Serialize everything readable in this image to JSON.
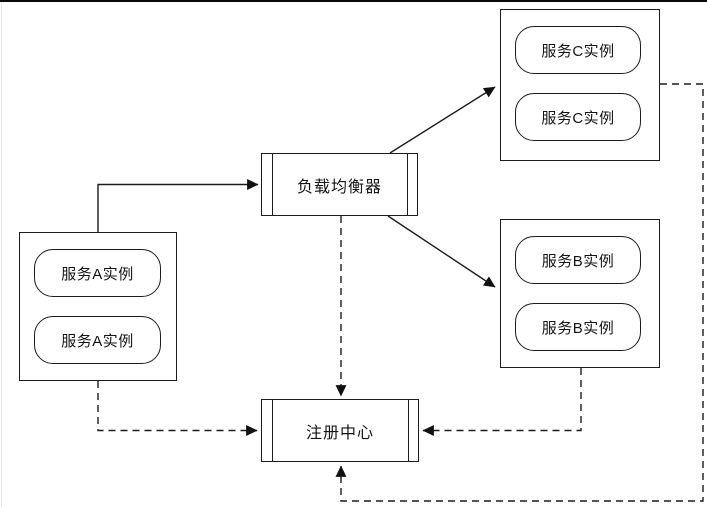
{
  "diagram": {
    "background": "#ffffff",
    "stroke_color": "#1c1c1c",
    "nodes": {
      "load_balancer": {
        "label": "负载均衡器",
        "shape": "process"
      },
      "registry": {
        "label": "注册中心",
        "shape": "process"
      },
      "service_a_group": {
        "instances": [
          "服务A实例",
          "服务A实例"
        ]
      },
      "service_b_group": {
        "instances": [
          "服务B实例",
          "服务B实例"
        ]
      },
      "service_c_group": {
        "instances": [
          "服务C实例",
          "服务C实例"
        ]
      }
    },
    "edges": [
      {
        "from": "service-a-group",
        "to": "load-balancer",
        "style": "solid",
        "arrow": "end"
      },
      {
        "from": "load-balancer",
        "to": "service-c-group",
        "style": "solid",
        "arrow": "end"
      },
      {
        "from": "load-balancer",
        "to": "service-b-group",
        "style": "solid",
        "arrow": "end"
      },
      {
        "from": "load-balancer",
        "to": "registry",
        "style": "dashed",
        "arrow": "end"
      },
      {
        "from": "service-a-group",
        "to": "registry",
        "style": "dashed",
        "arrow": "end"
      },
      {
        "from": "service-b-group",
        "to": "registry",
        "style": "dashed",
        "arrow": "end"
      },
      {
        "from": "service-c-group",
        "to": "registry",
        "style": "dashed",
        "arrow": "end"
      }
    ]
  }
}
